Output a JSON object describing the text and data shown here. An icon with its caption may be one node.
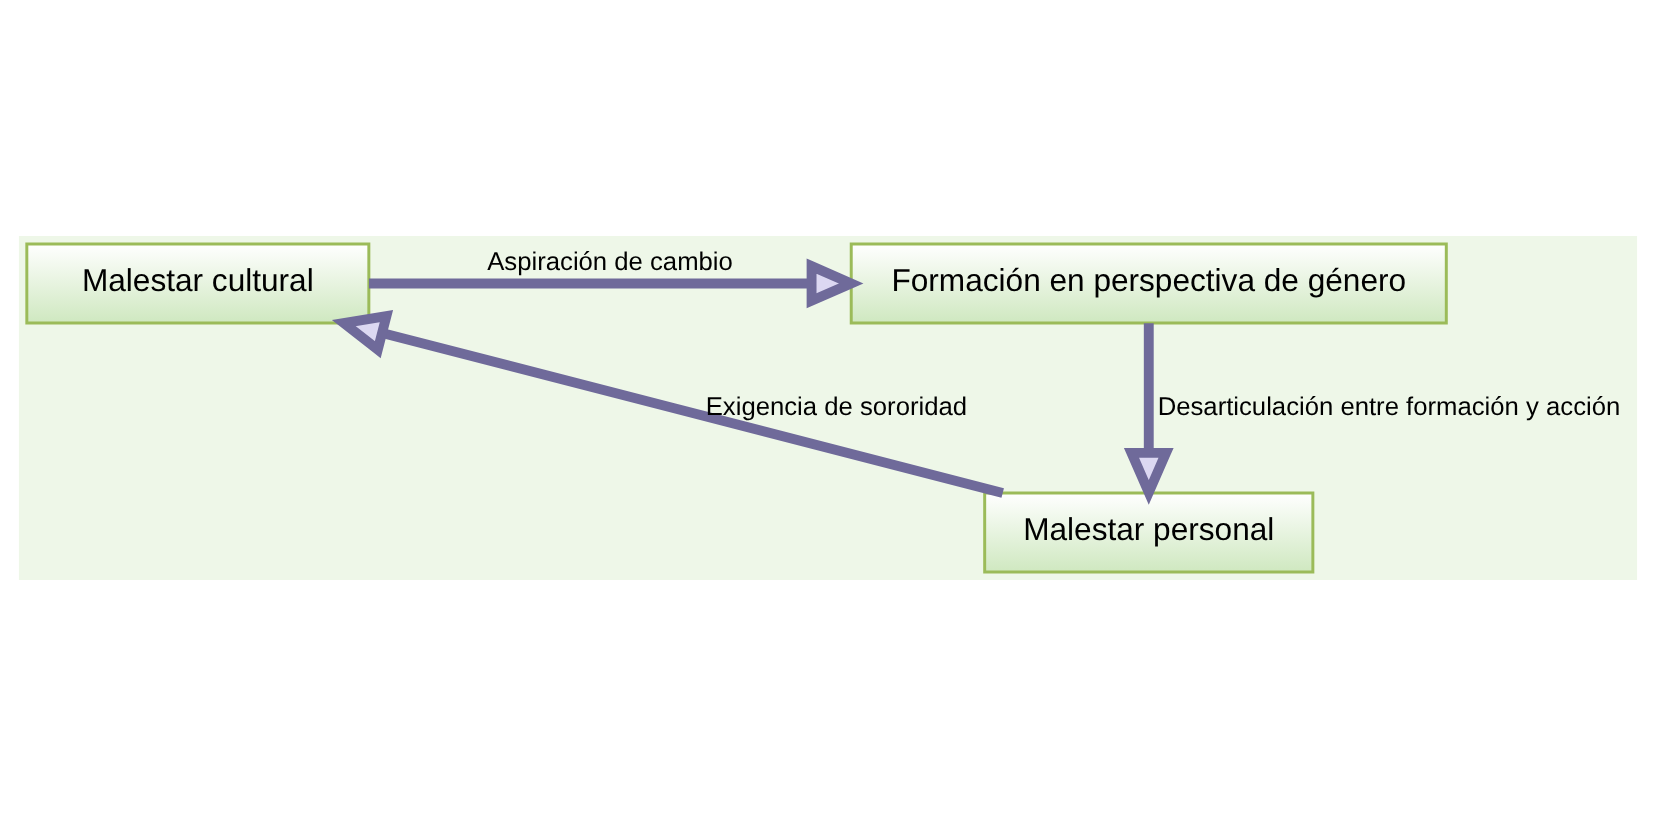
{
  "diagram": {
    "nodes": [
      {
        "text": [
          "Malestar cultural"
        ]
      },
      {
        "text": [
          "Formación en perspectiva de género"
        ]
      },
      {
        "text": [
          "Malestar personal"
        ]
      }
    ],
    "edges": [
      {
        "from": 0,
        "to": 1,
        "arrow": "to",
        "label": "Aspiración de cambio"
      },
      {
        "from": 1,
        "to": 2,
        "arrow": "to",
        "label": "Desarticulación entre formación y acción"
      },
      {
        "from": 2,
        "to": 0,
        "arrow": "to",
        "label": "Exigencia de sororidad"
      }
    ]
  }
}
